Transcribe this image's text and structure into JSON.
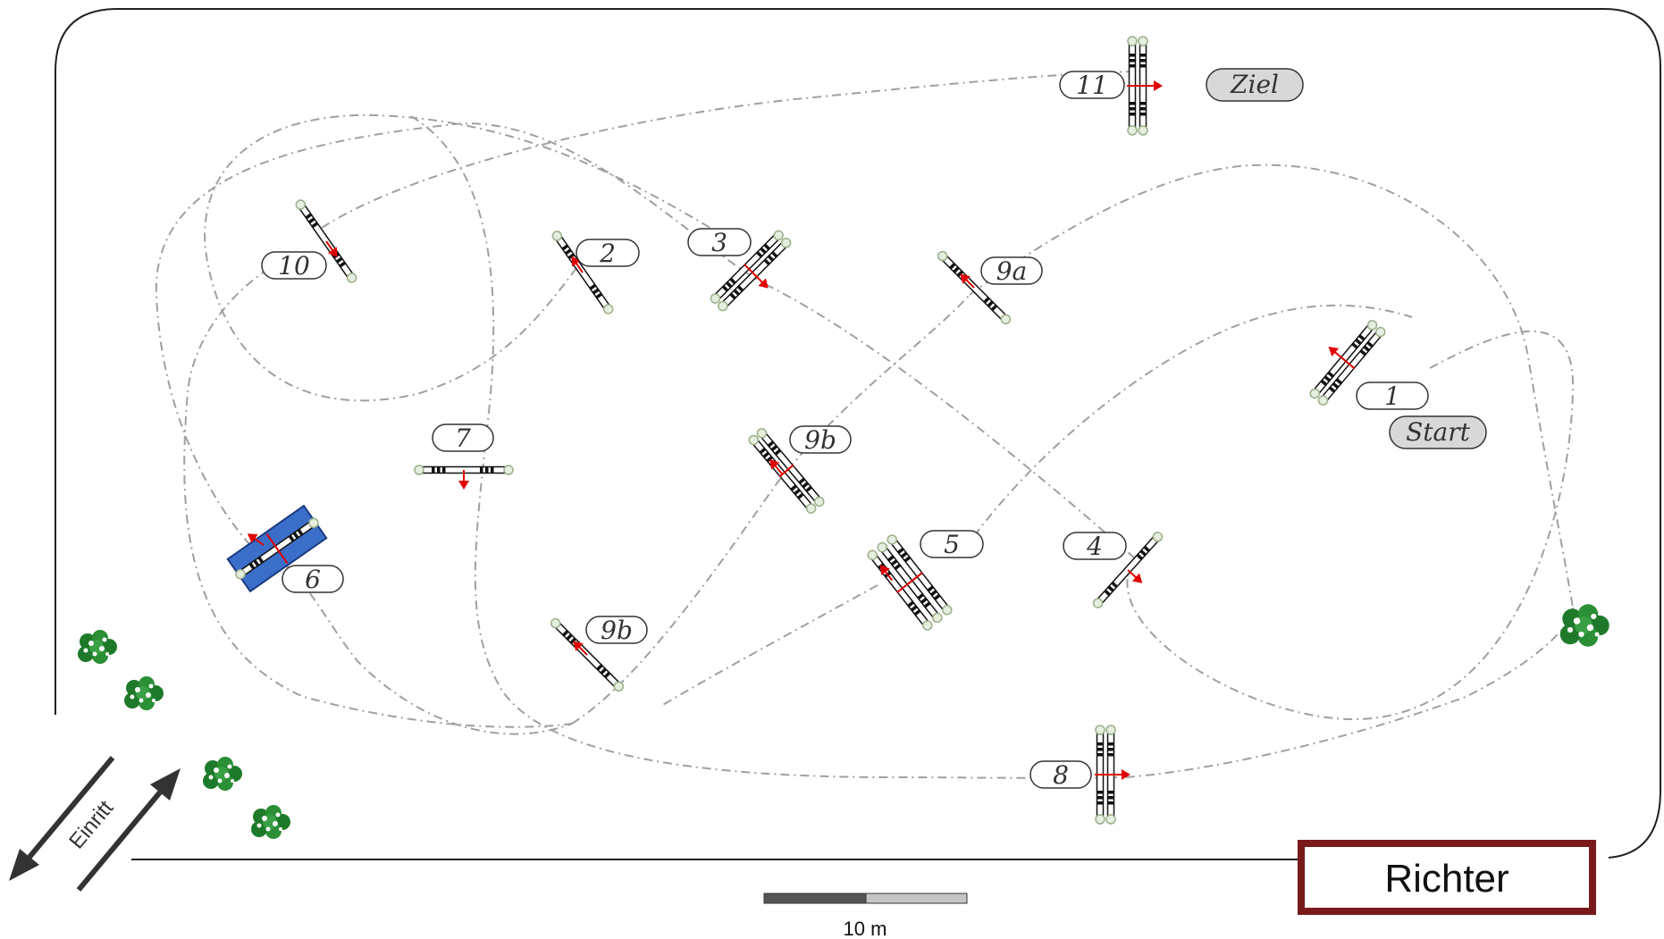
{
  "arena": {
    "entrance_label": "Einritt",
    "judge_label": "Richter"
  },
  "scale_bar": {
    "label": "10 m"
  },
  "markers": {
    "start": "Start",
    "finish": "Ziel"
  },
  "obstacles": [
    {
      "id": "1",
      "label": "1"
    },
    {
      "id": "2",
      "label": "2"
    },
    {
      "id": "3",
      "label": "3"
    },
    {
      "id": "4",
      "label": "4"
    },
    {
      "id": "5",
      "label": "5"
    },
    {
      "id": "6",
      "label": "6"
    },
    {
      "id": "7",
      "label": "7"
    },
    {
      "id": "8",
      "label": "8"
    },
    {
      "id": "9a",
      "label": "9a"
    },
    {
      "id": "9b-upper",
      "label": "9b"
    },
    {
      "id": "9b-lower",
      "label": "9b"
    },
    {
      "id": "10",
      "label": "10"
    },
    {
      "id": "11",
      "label": "11"
    }
  ],
  "colors": {
    "border": "#222222",
    "route": "#a0a0a0",
    "arrow": "#e00000",
    "water": "#3a6ec8",
    "judge_frame": "#7a1a1a",
    "bush": "#1e7a2a"
  }
}
